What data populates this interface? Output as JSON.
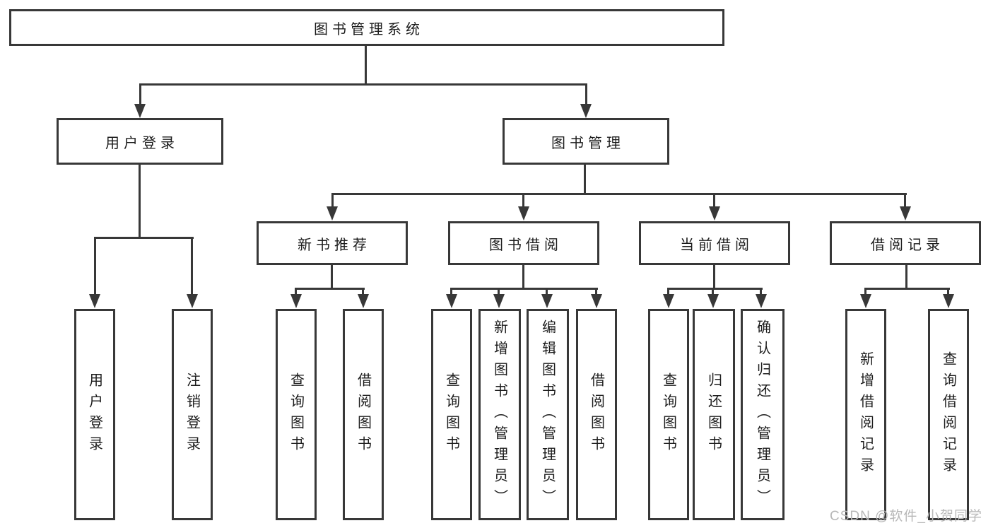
{
  "colors": {
    "line": "#383838",
    "text": "#1c1c1c",
    "background": "#ffffff",
    "watermark_color": "#b8b8b8"
  },
  "tree": {
    "root": {
      "label": "图书管理系统"
    },
    "branches": [
      {
        "label": "用户登录",
        "children": [
          {
            "label": "用户登录"
          },
          {
            "label": "注销登录"
          }
        ]
      },
      {
        "label": "图书管理",
        "children": [
          {
            "label": "新书推荐",
            "children": [
              {
                "label": "查询图书"
              },
              {
                "label": "借阅图书"
              }
            ]
          },
          {
            "label": "图书借阅",
            "children": [
              {
                "label": "查询图书"
              },
              {
                "label": "新增图书（管理员）"
              },
              {
                "label": "编辑图书（管理员）"
              },
              {
                "label": "借阅图书"
              }
            ]
          },
          {
            "label": "当前借阅",
            "children": [
              {
                "label": "查询图书"
              },
              {
                "label": "归还图书"
              },
              {
                "label": "确认归还（管理员）"
              }
            ]
          },
          {
            "label": "借阅记录",
            "children": [
              {
                "label": "新增借阅记录"
              },
              {
                "label": "查询借阅记录"
              }
            ]
          }
        ]
      }
    ]
  },
  "watermark": {
    "text": "CSDN @软件_小贺同学"
  }
}
